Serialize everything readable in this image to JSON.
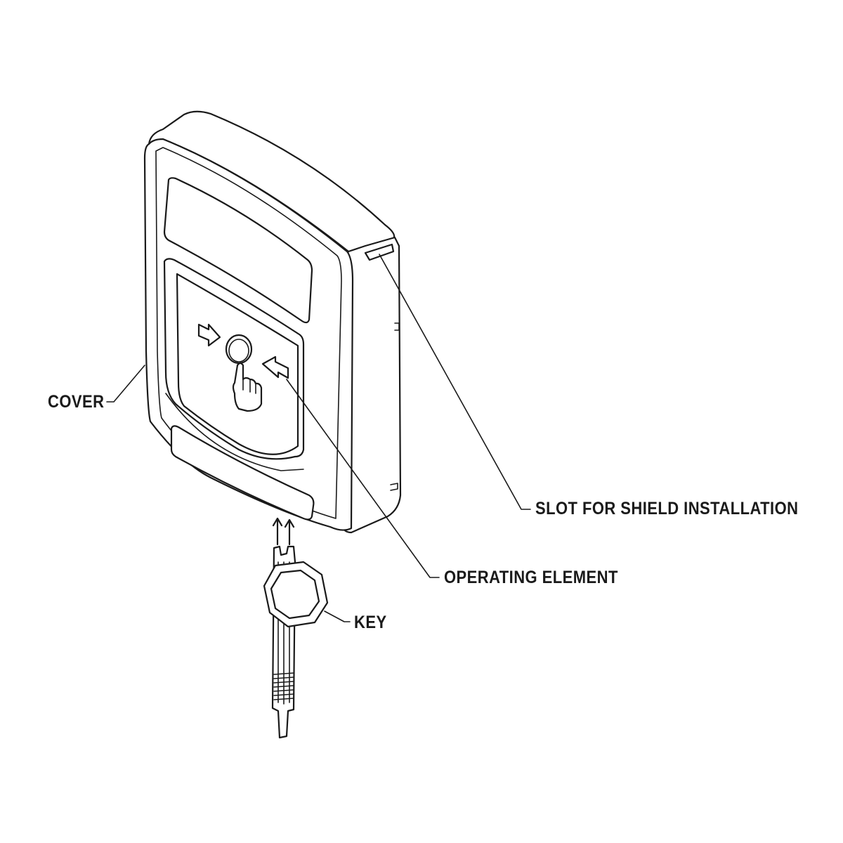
{
  "labels": {
    "cover": "COVER",
    "slot": "SLOT FOR SHIELD INSTALLATION",
    "operating_element": "OPERATING ELEMENT",
    "key": "KEY"
  },
  "colors": {
    "line": "#1a1a1a",
    "background": "#ffffff"
  }
}
